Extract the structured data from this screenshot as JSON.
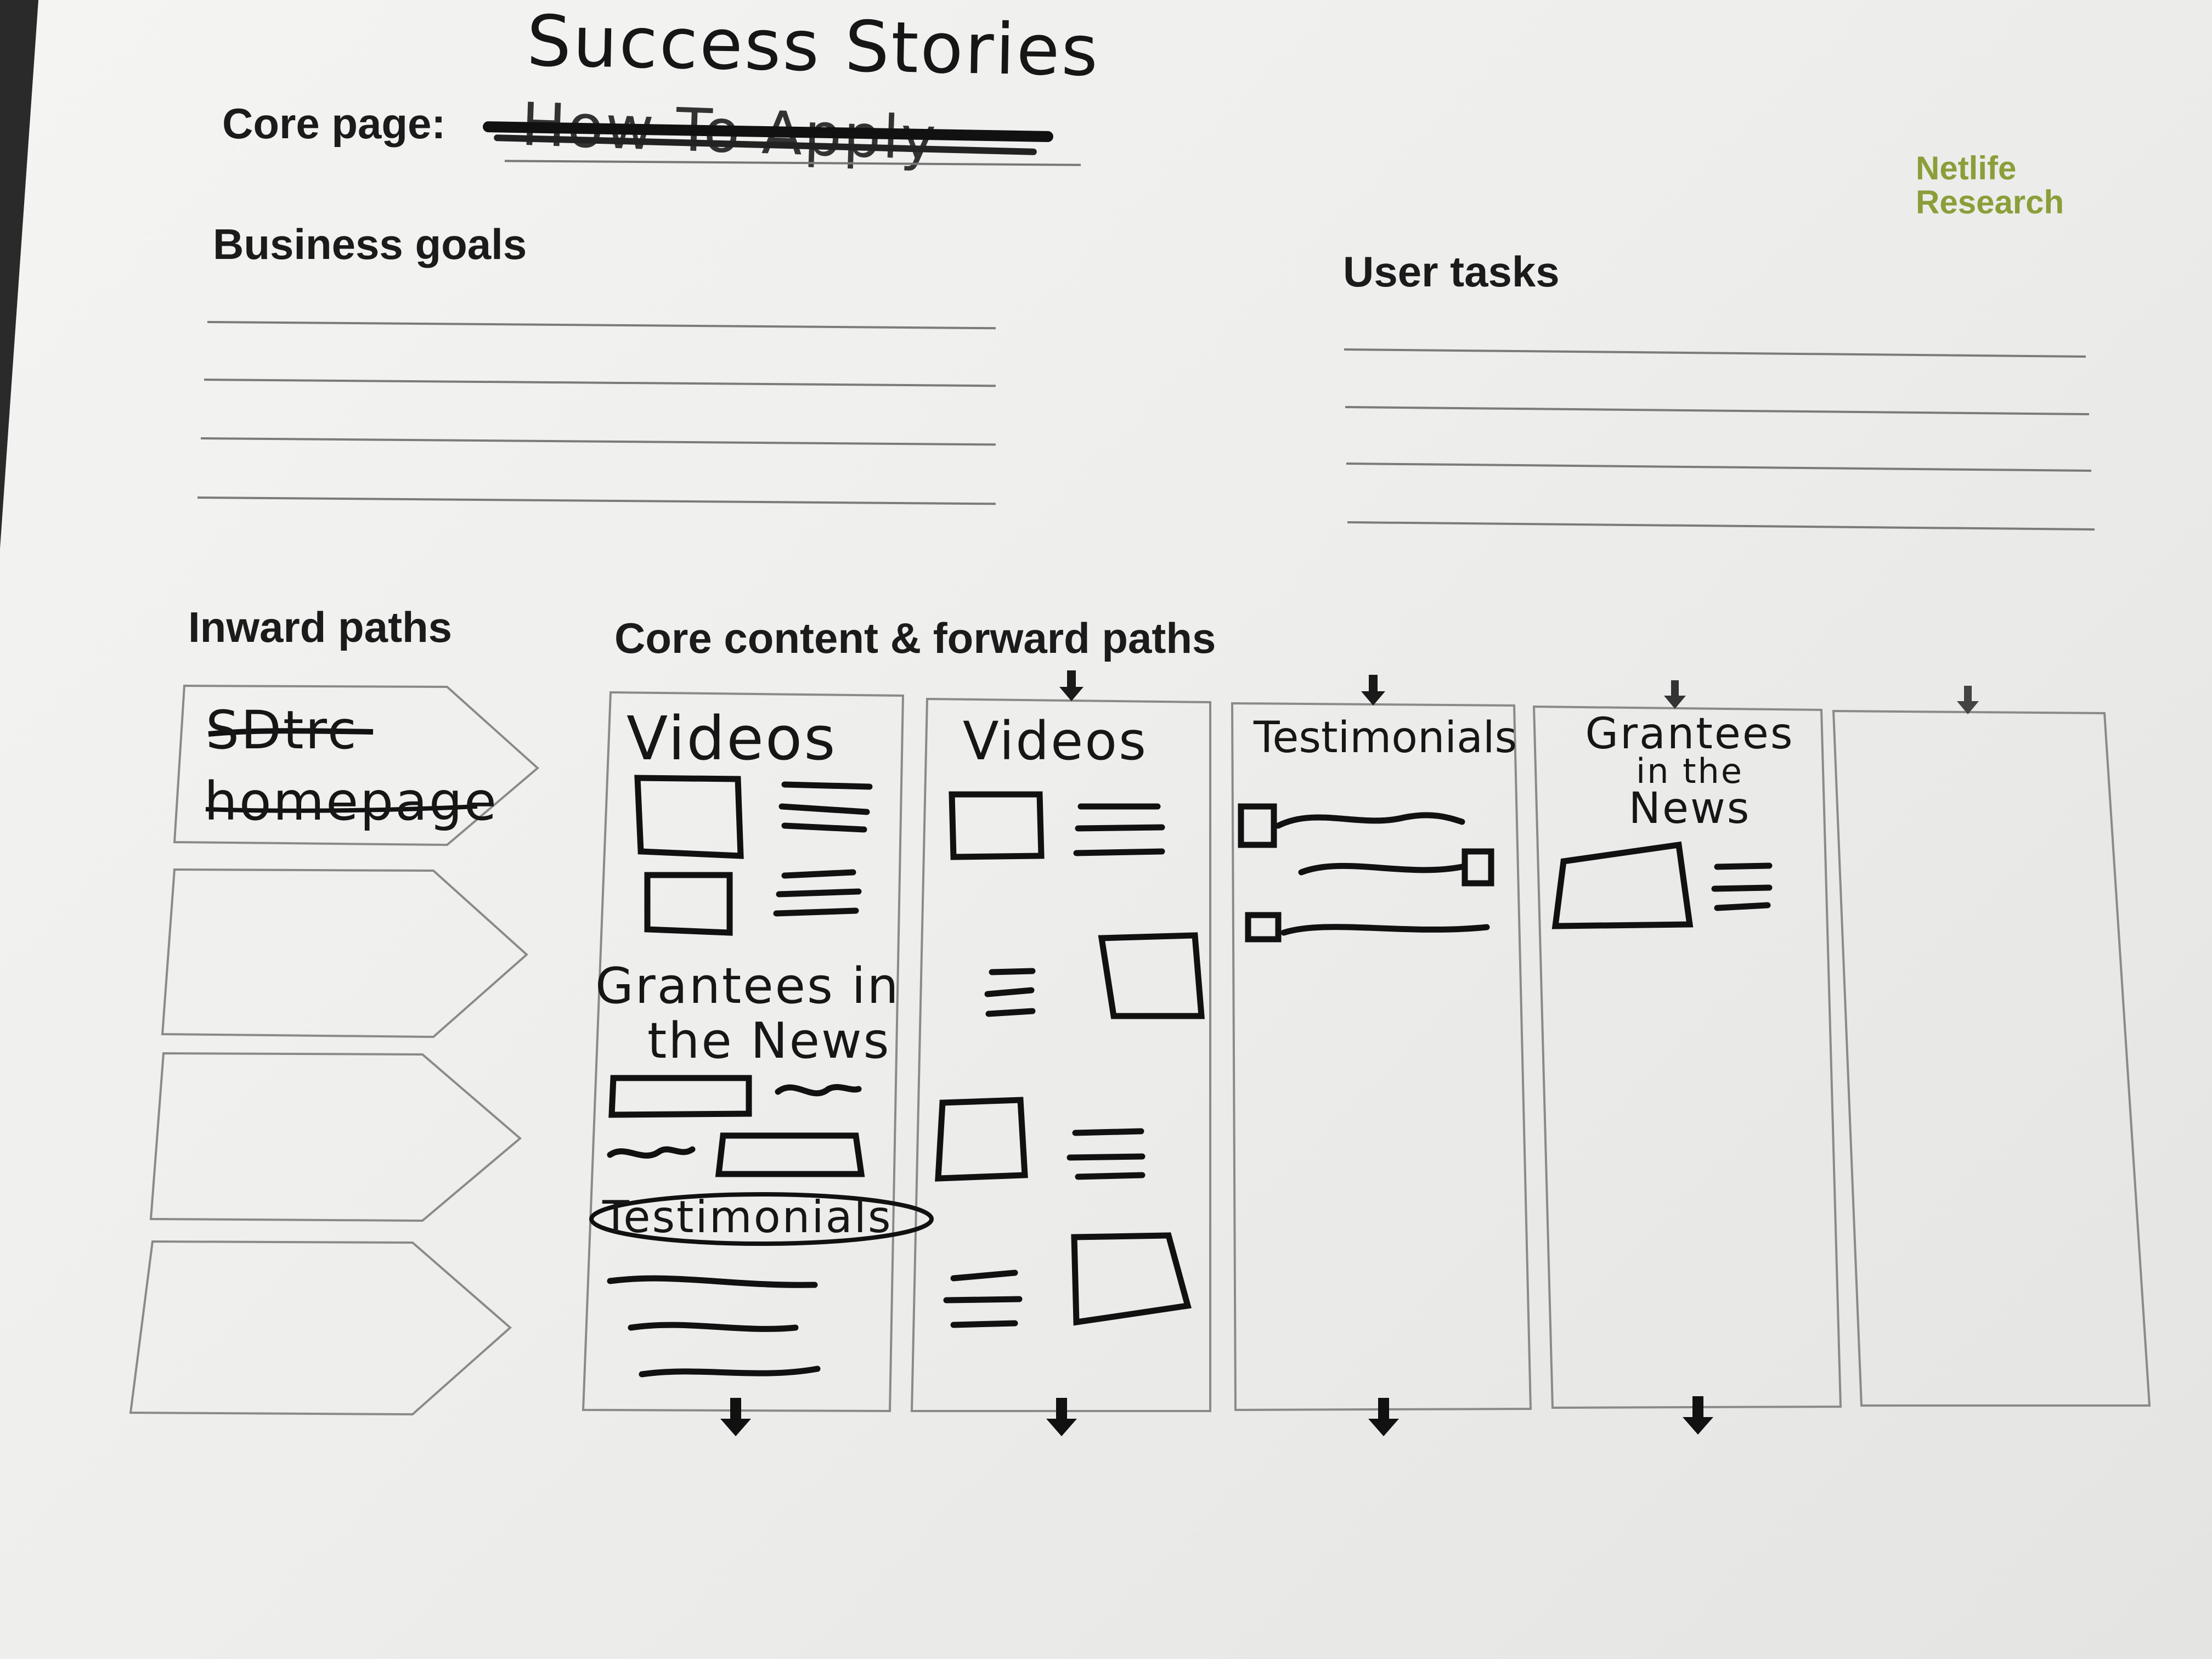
{
  "handwritten": {
    "title": "Success Stories",
    "core_page_crossed_out": "How To Apply",
    "inward_path_1": "SDtrc",
    "inward_path_1_line2": "homepage"
  },
  "form": {
    "core_page_label": "Core page:",
    "business_goals_label": "Business goals",
    "user_tasks_label": "User tasks",
    "inward_paths_label": "Inward paths",
    "core_content_label": "Core content & forward paths"
  },
  "logo": {
    "line1": "Netlife",
    "line2": "Research",
    "color": "#8a9e3a"
  },
  "columns": {
    "col1_title": "Videos",
    "col1_label2": "Grantees in",
    "col1_label2b": "the News",
    "col1_label3": "Testimonials",
    "col2_title": "Videos",
    "col3_title": "Testimonials",
    "col4_title": "Grantees",
    "col4_title_b": "in the",
    "col4_title_c": "News"
  }
}
